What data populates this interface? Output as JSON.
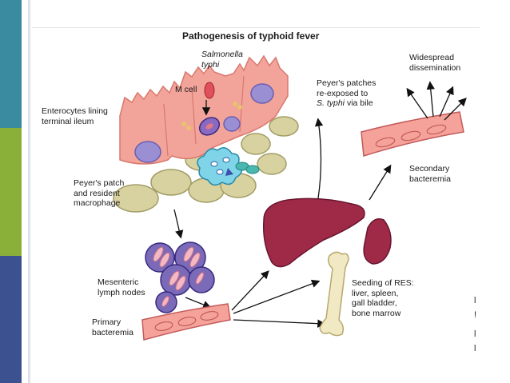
{
  "title": "Pathogenesis of typhoid fever",
  "labels": {
    "salmonella": "Salmonella\ntyphi",
    "m_cell": "M cell",
    "enterocytes": "Enterocytes lining\nterminal ileum",
    "peyers_patch": "Peyer's patch\nand resident\nmacrophage",
    "mesenteric": "Mesenteric\nlymph nodes",
    "primary": "Primary\nbacteremia",
    "peyers_reexposed_1": "Peyer's patches\nre-exposed to",
    "peyers_reexposed_2": "S. typhi",
    "peyers_reexposed_3": " via bile",
    "widespread": "Widespread\ndissemination",
    "secondary": "Secondary\nbacteremia",
    "seeding": "Seeding of RES:\nliver, spleen,\ngall bladder,\nbone marrow"
  },
  "colors": {
    "teal": "#3a8aa0",
    "green": "#8bb03a",
    "navy": "#3c5290",
    "cell_pink": "#f2a49a",
    "nucleus": "#9b8fd4",
    "follicle": "#d8d2a0",
    "node": "#7a6ab8",
    "liver": "#9e2a48",
    "vessel": "#f08a7c",
    "bone": "#f1e9c4",
    "bacteria": "#e0505a"
  },
  "edge_marks": [
    "l",
    "!",
    "l",
    "l"
  ]
}
